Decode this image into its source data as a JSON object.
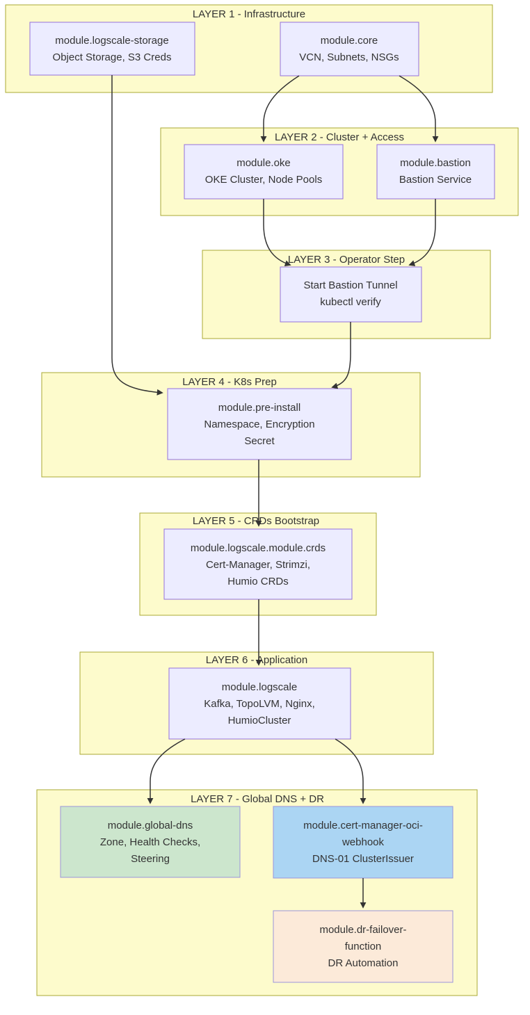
{
  "diagram_type": "layered-architecture-flowchart",
  "layers": [
    {
      "label": "LAYER 1 - Infrastructure"
    },
    {
      "label": "LAYER 2 - Cluster + Access"
    },
    {
      "label": "LAYER 3 - Operator Step"
    },
    {
      "label": "LAYER 4 - K8s Prep"
    },
    {
      "label": "LAYER 5 - CRDs Bootstrap"
    },
    {
      "label": "LAYER 6 - Application"
    },
    {
      "label": "LAYER 7 - Global DNS + DR"
    }
  ],
  "nodes": {
    "storage": {
      "lines": [
        "module.logscale-storage",
        "Object Storage, S3 Creds"
      ]
    },
    "core": {
      "lines": [
        "module.core",
        "VCN, Subnets, NSGs"
      ]
    },
    "oke": {
      "lines": [
        "module.oke",
        "OKE Cluster, Node Pools"
      ]
    },
    "bastion": {
      "lines": [
        "module.bastion",
        "Bastion Service"
      ]
    },
    "tunnel": {
      "lines": [
        "Start Bastion Tunnel",
        "kubectl verify"
      ]
    },
    "preinstall": {
      "lines": [
        "module.pre-install",
        "Namespace, Encryption",
        "Secret"
      ]
    },
    "crds": {
      "lines": [
        "module.logscale.module.crds",
        "Cert-Manager, Strimzi,",
        "Humio CRDs"
      ]
    },
    "logscale": {
      "lines": [
        "module.logscale",
        "Kafka, TopoLVM, Nginx,",
        "HumioCluster"
      ]
    },
    "globaldns": {
      "lines": [
        "module.global-dns",
        "Zone, Health Checks,",
        "Steering"
      ]
    },
    "certwebhook": {
      "lines": [
        "module.cert-manager-oci-",
        "webhook",
        "DNS-01 ClusterIssuer"
      ]
    },
    "drfailover": {
      "lines": [
        "module.dr-failover-",
        "function",
        "DR Automation"
      ]
    }
  },
  "colors": {
    "cluster_fill": "#fdfbcc",
    "cluster_border": "#aaaa33",
    "node_fill": "#ececff",
    "node_border": "#9370db",
    "green_fill": "#cce6cd",
    "blue_fill": "#abd5f3",
    "peach_fill": "#fcead9",
    "edge": "#333333",
    "text": "#333333"
  }
}
